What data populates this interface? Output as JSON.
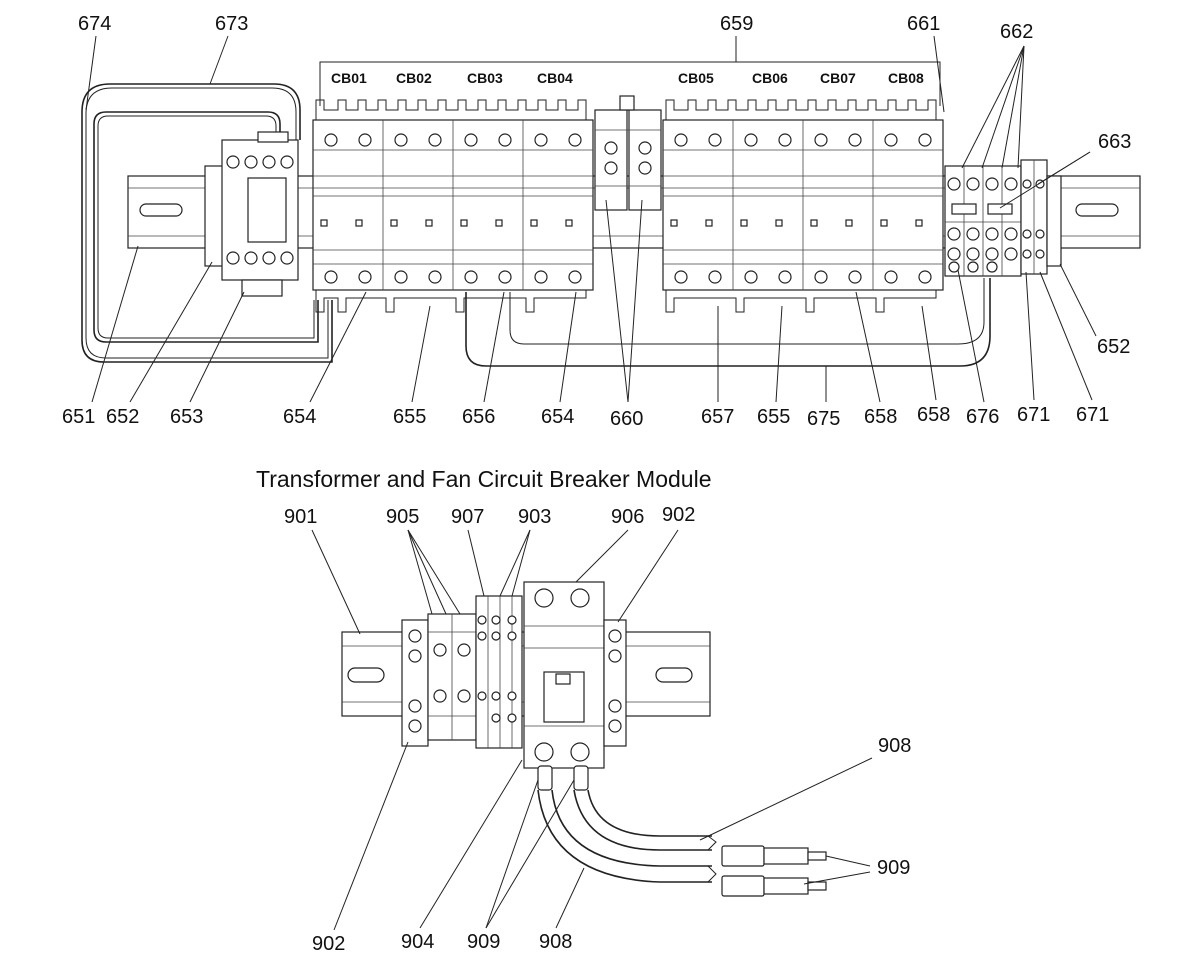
{
  "title": "Transformer and Fan Circuit Breaker Module",
  "breaker_labels": [
    "CB01",
    "CB02",
    "CB03",
    "CB04",
    "CB05",
    "CB06",
    "CB07",
    "CB08"
  ],
  "top_callouts": {
    "c674": "674",
    "c673": "673",
    "c659": "659",
    "c661": "661",
    "c662": "662",
    "c663": "663",
    "c651": "651",
    "c652a": "652",
    "c653": "653",
    "c654a": "654",
    "c655a": "655",
    "c656": "656",
    "c654b": "654",
    "c660": "660",
    "c657": "657",
    "c655b": "655",
    "c675": "675",
    "c658a": "658",
    "c658b": "658",
    "c676": "676",
    "c671a": "671",
    "c671b": "671",
    "c652b": "652"
  },
  "bottom_callouts": {
    "c901": "901",
    "c905": "905",
    "c907": "907",
    "c903": "903",
    "c906": "906",
    "c902a": "902",
    "c908a": "908",
    "c909a": "909",
    "c902b": "902",
    "c904": "904",
    "c909b": "909",
    "c908b": "908"
  }
}
